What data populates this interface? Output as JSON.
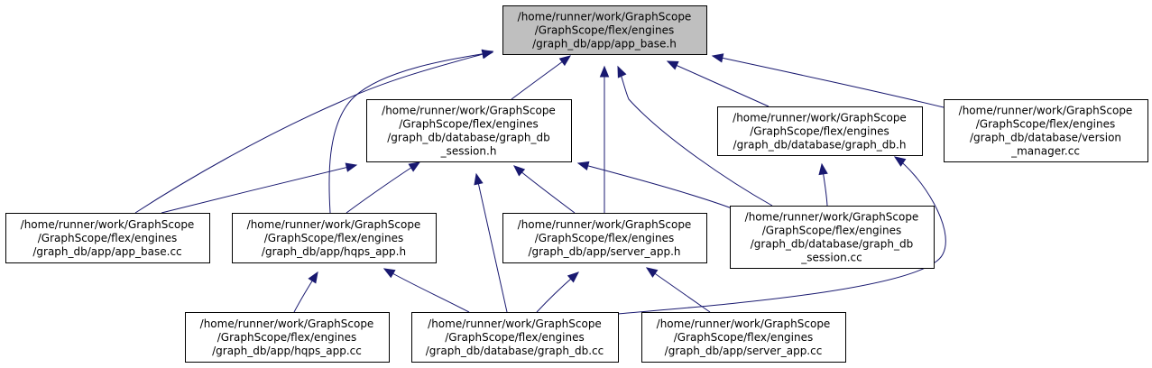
{
  "colors": {
    "root_fill": "#bfbfbf",
    "node_fill": "#ffffff",
    "node_stroke": "#000000",
    "edge": "#191970"
  },
  "nodes": [
    {
      "id": "app_base_h",
      "lines": [
        "/home/runner/work/GraphScope",
        "/GraphScope/flex/engines",
        "/graph_db/app/app_base.h"
      ],
      "root": true
    },
    {
      "id": "graph_db_session_h",
      "lines": [
        "/home/runner/work/GraphScope",
        "/GraphScope/flex/engines",
        "/graph_db/database/graph_db",
        "_session.h"
      ]
    },
    {
      "id": "graph_db_h",
      "lines": [
        "/home/runner/work/GraphScope",
        "/GraphScope/flex/engines",
        "/graph_db/database/graph_db.h"
      ]
    },
    {
      "id": "version_manager_cc",
      "lines": [
        "/home/runner/work/GraphScope",
        "/GraphScope/flex/engines",
        "/graph_db/database/version",
        "_manager.cc"
      ]
    },
    {
      "id": "app_base_cc",
      "lines": [
        "/home/runner/work/GraphScope",
        "/GraphScope/flex/engines",
        "/graph_db/app/app_base.cc"
      ]
    },
    {
      "id": "hqps_app_h",
      "lines": [
        "/home/runner/work/GraphScope",
        "/GraphScope/flex/engines",
        "/graph_db/app/hqps_app.h"
      ]
    },
    {
      "id": "server_app_h",
      "lines": [
        "/home/runner/work/GraphScope",
        "/GraphScope/flex/engines",
        "/graph_db/app/server_app.h"
      ]
    },
    {
      "id": "graph_db_session_cc",
      "lines": [
        "/home/runner/work/GraphScope",
        "/GraphScope/flex/engines",
        "/graph_db/database/graph_db",
        "_session.cc"
      ]
    },
    {
      "id": "hqps_app_cc",
      "lines": [
        "/home/runner/work/GraphScope",
        "/GraphScope/flex/engines",
        "/graph_db/app/hqps_app.cc"
      ]
    },
    {
      "id": "graph_db_cc",
      "lines": [
        "/home/runner/work/GraphScope",
        "/GraphScope/flex/engines",
        "/graph_db/database/graph_db.cc"
      ]
    },
    {
      "id": "server_app_cc",
      "lines": [
        "/home/runner/work/GraphScope",
        "/GraphScope/flex/engines",
        "/graph_db/app/server_app.cc"
      ]
    }
  ],
  "edges": [
    {
      "from": "graph_db_session_h",
      "to": "app_base_h"
    },
    {
      "from": "graph_db_h",
      "to": "app_base_h"
    },
    {
      "from": "version_manager_cc",
      "to": "app_base_h"
    },
    {
      "from": "app_base_cc",
      "to": "app_base_h"
    },
    {
      "from": "hqps_app_h",
      "to": "app_base_h"
    },
    {
      "from": "server_app_h",
      "to": "app_base_h"
    },
    {
      "from": "graph_db_session_cc",
      "to": "app_base_h"
    },
    {
      "from": "app_base_cc",
      "to": "graph_db_session_h"
    },
    {
      "from": "hqps_app_h",
      "to": "graph_db_session_h"
    },
    {
      "from": "server_app_h",
      "to": "graph_db_session_h"
    },
    {
      "from": "graph_db_session_cc",
      "to": "graph_db_session_h"
    },
    {
      "from": "graph_db_cc",
      "to": "graph_db_session_h"
    },
    {
      "from": "graph_db_session_cc",
      "to": "graph_db_h"
    },
    {
      "from": "graph_db_cc",
      "to": "graph_db_h"
    },
    {
      "from": "hqps_app_cc",
      "to": "hqps_app_h"
    },
    {
      "from": "graph_db_cc",
      "to": "hqps_app_h"
    },
    {
      "from": "graph_db_cc",
      "to": "server_app_h"
    },
    {
      "from": "server_app_cc",
      "to": "server_app_h"
    }
  ]
}
